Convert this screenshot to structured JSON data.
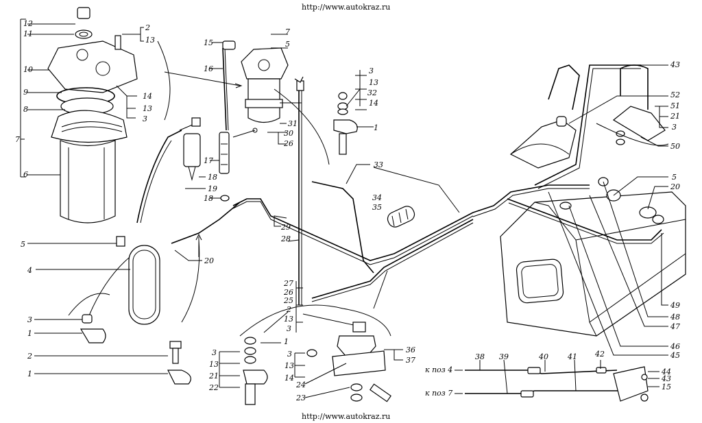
{
  "header": {
    "url_top": "http://www.autokraz.ru",
    "url_bottom": "http://www.autokraz.ru"
  },
  "labels": {
    "l12": "12",
    "l11": "11",
    "l10": "10",
    "l9": "9",
    "l8": "8",
    "l7a": "7",
    "l6": "6",
    "l2a": "2",
    "l13a": "13",
    "l14a": "14",
    "l13b": "13",
    "l3a": "3",
    "l15a": "15",
    "l16": "16",
    "l17": "17",
    "l18a": "18",
    "l18b": "18",
    "l19": "19",
    "l7b": "7",
    "l5a": "5",
    "l31": "31",
    "l30": "30",
    "l26a": "26",
    "l3b": "3",
    "l13c": "13",
    "l32": "32",
    "l14b": "14",
    "l1a": "1",
    "l33": "33",
    "l34": "34",
    "l35": "35",
    "l29": "29",
    "l28": "28",
    "l5b": "5",
    "l4": "4",
    "l20a": "20",
    "l43": "43",
    "l52": "52",
    "l51": "51",
    "l21a": "21",
    "l3c": "3",
    "l50": "50",
    "l5c": "5",
    "l20b": "20",
    "l49": "49",
    "l48": "48",
    "l47": "47",
    "l46": "46",
    "l45": "45",
    "l3d": "3",
    "l1b": "1",
    "l2b": "2",
    "l1c": "1",
    "l27": "27",
    "l26b": "26",
    "l25": "25",
    "l2c": "2",
    "l13d": "13",
    "l3e": "3",
    "l3f": "3",
    "l13e": "13",
    "l21b": "21",
    "l22": "22",
    "l1d": "1",
    "l3g": "3",
    "l13f": "13",
    "l14c": "14",
    "l24": "24",
    "l23": "23",
    "l36": "36",
    "l37": "37",
    "l38": "38",
    "l39": "39",
    "l40": "40",
    "l41": "41",
    "l42": "42",
    "l44": "44",
    "l43b": "43",
    "l15b": "15",
    "kpoz4": "к поз 4",
    "kpoz7": "к поз 7"
  }
}
